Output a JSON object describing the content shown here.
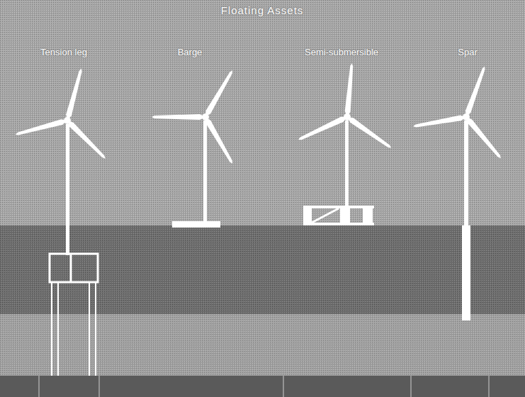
{
  "diagram": {
    "title": "Floating Assets",
    "labels": [
      "Tension leg",
      "Barge",
      "Semi-submersible",
      "Spar"
    ]
  }
}
